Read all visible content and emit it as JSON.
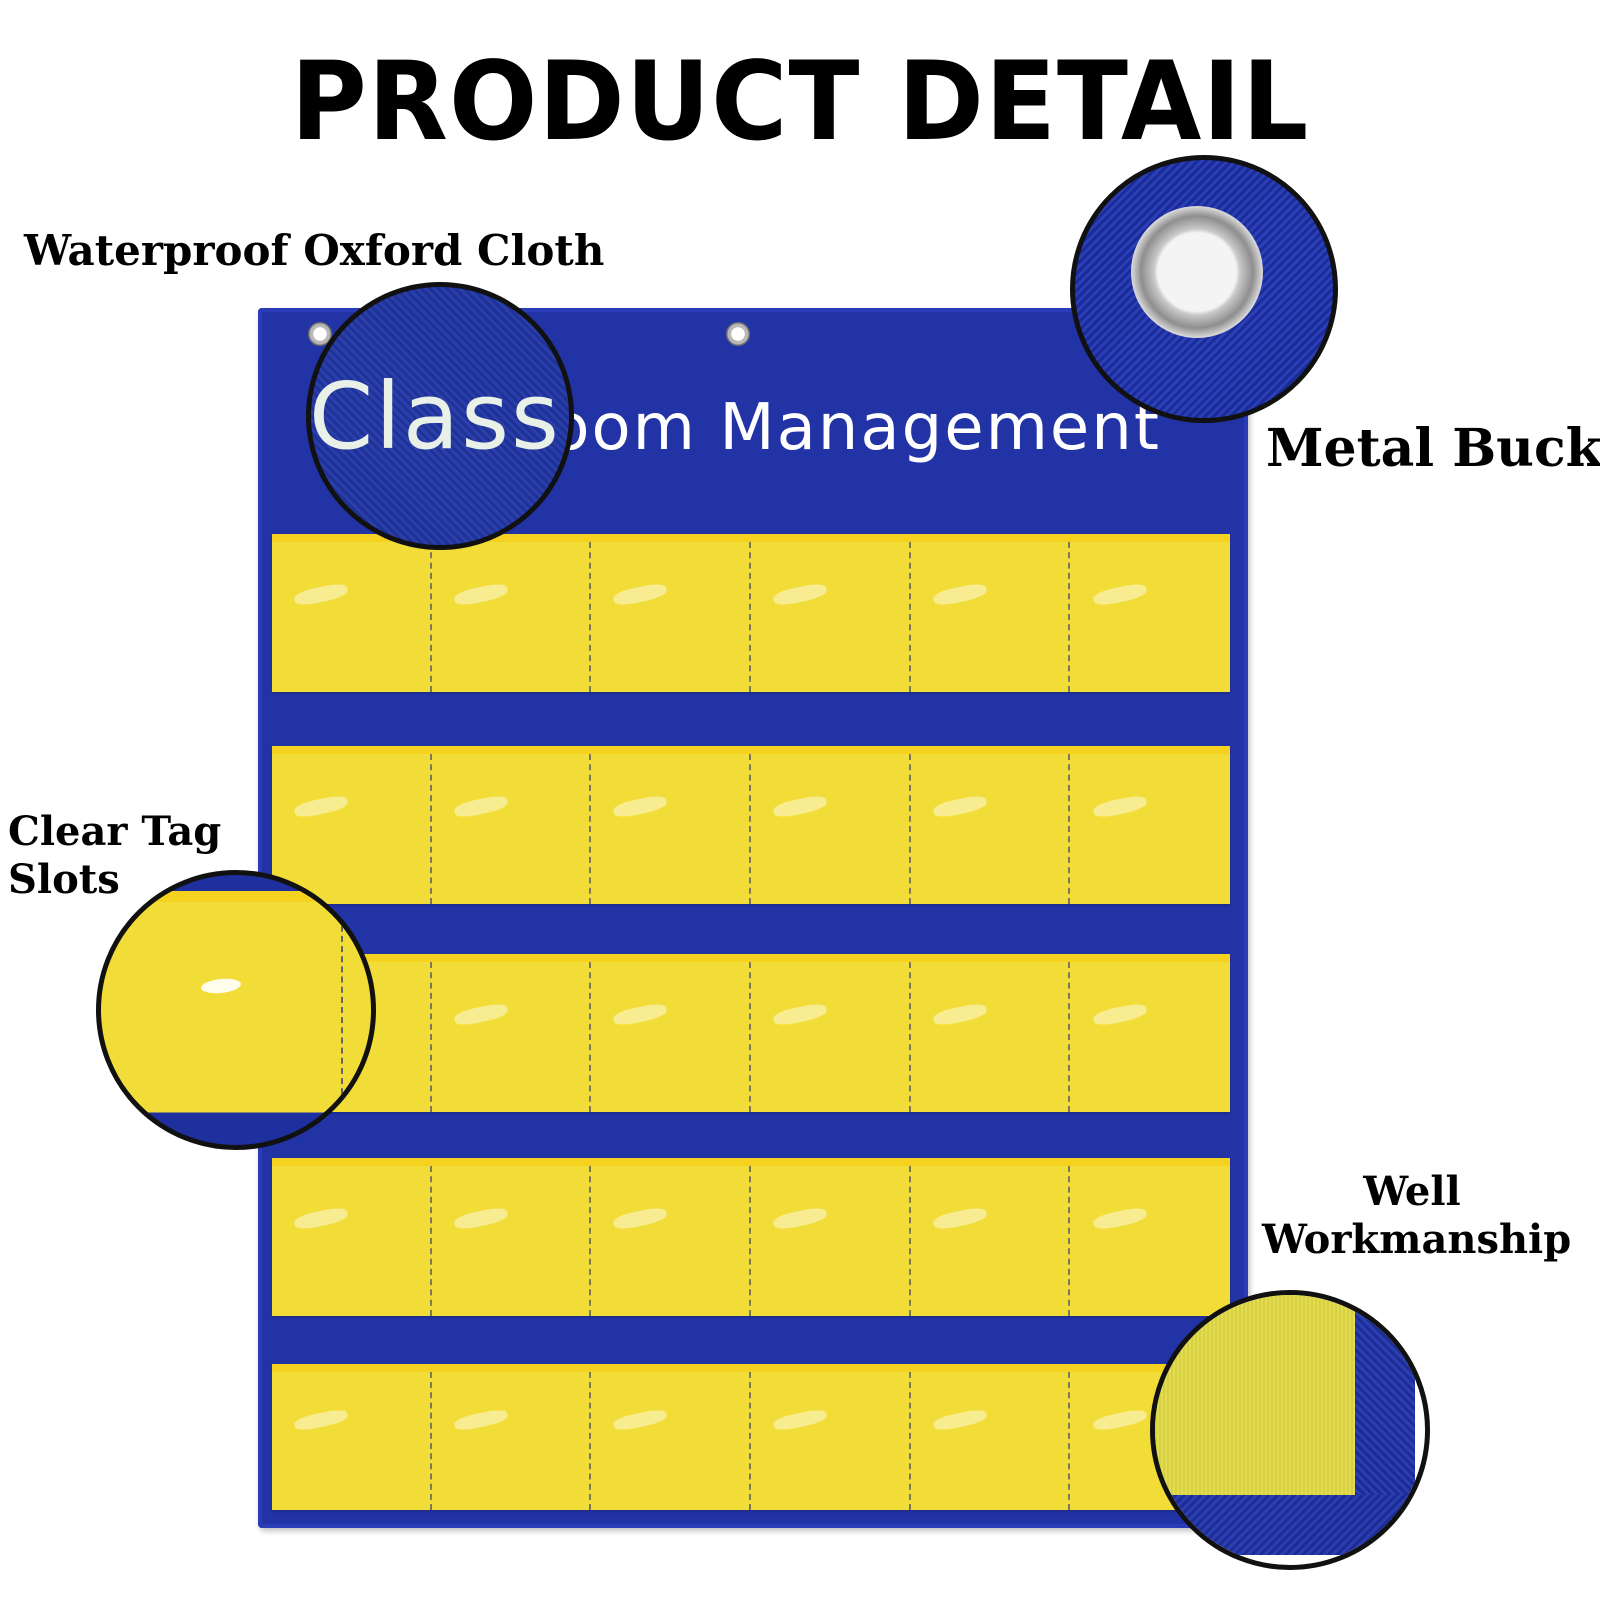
{
  "title": "PRODUCT DETAIL",
  "callouts": {
    "oxford": "Waterproof Oxford Cloth",
    "buckle": "Metal Buckle",
    "slots": [
      "Clear Tag",
      "Slots"
    ],
    "workmanship": [
      "Well",
      "Workmanship"
    ]
  },
  "chart": {
    "header": "Classroom Management",
    "zoom_text": "Class",
    "rows": 5,
    "columns": 6
  },
  "colors": {
    "fabric_blue": "#2233a6",
    "pocket_yellow": "#f2dd38",
    "trim_yellow": "#f5d21f"
  },
  "icons": [
    "grommet-icon",
    "metal-buckle-icon"
  ]
}
